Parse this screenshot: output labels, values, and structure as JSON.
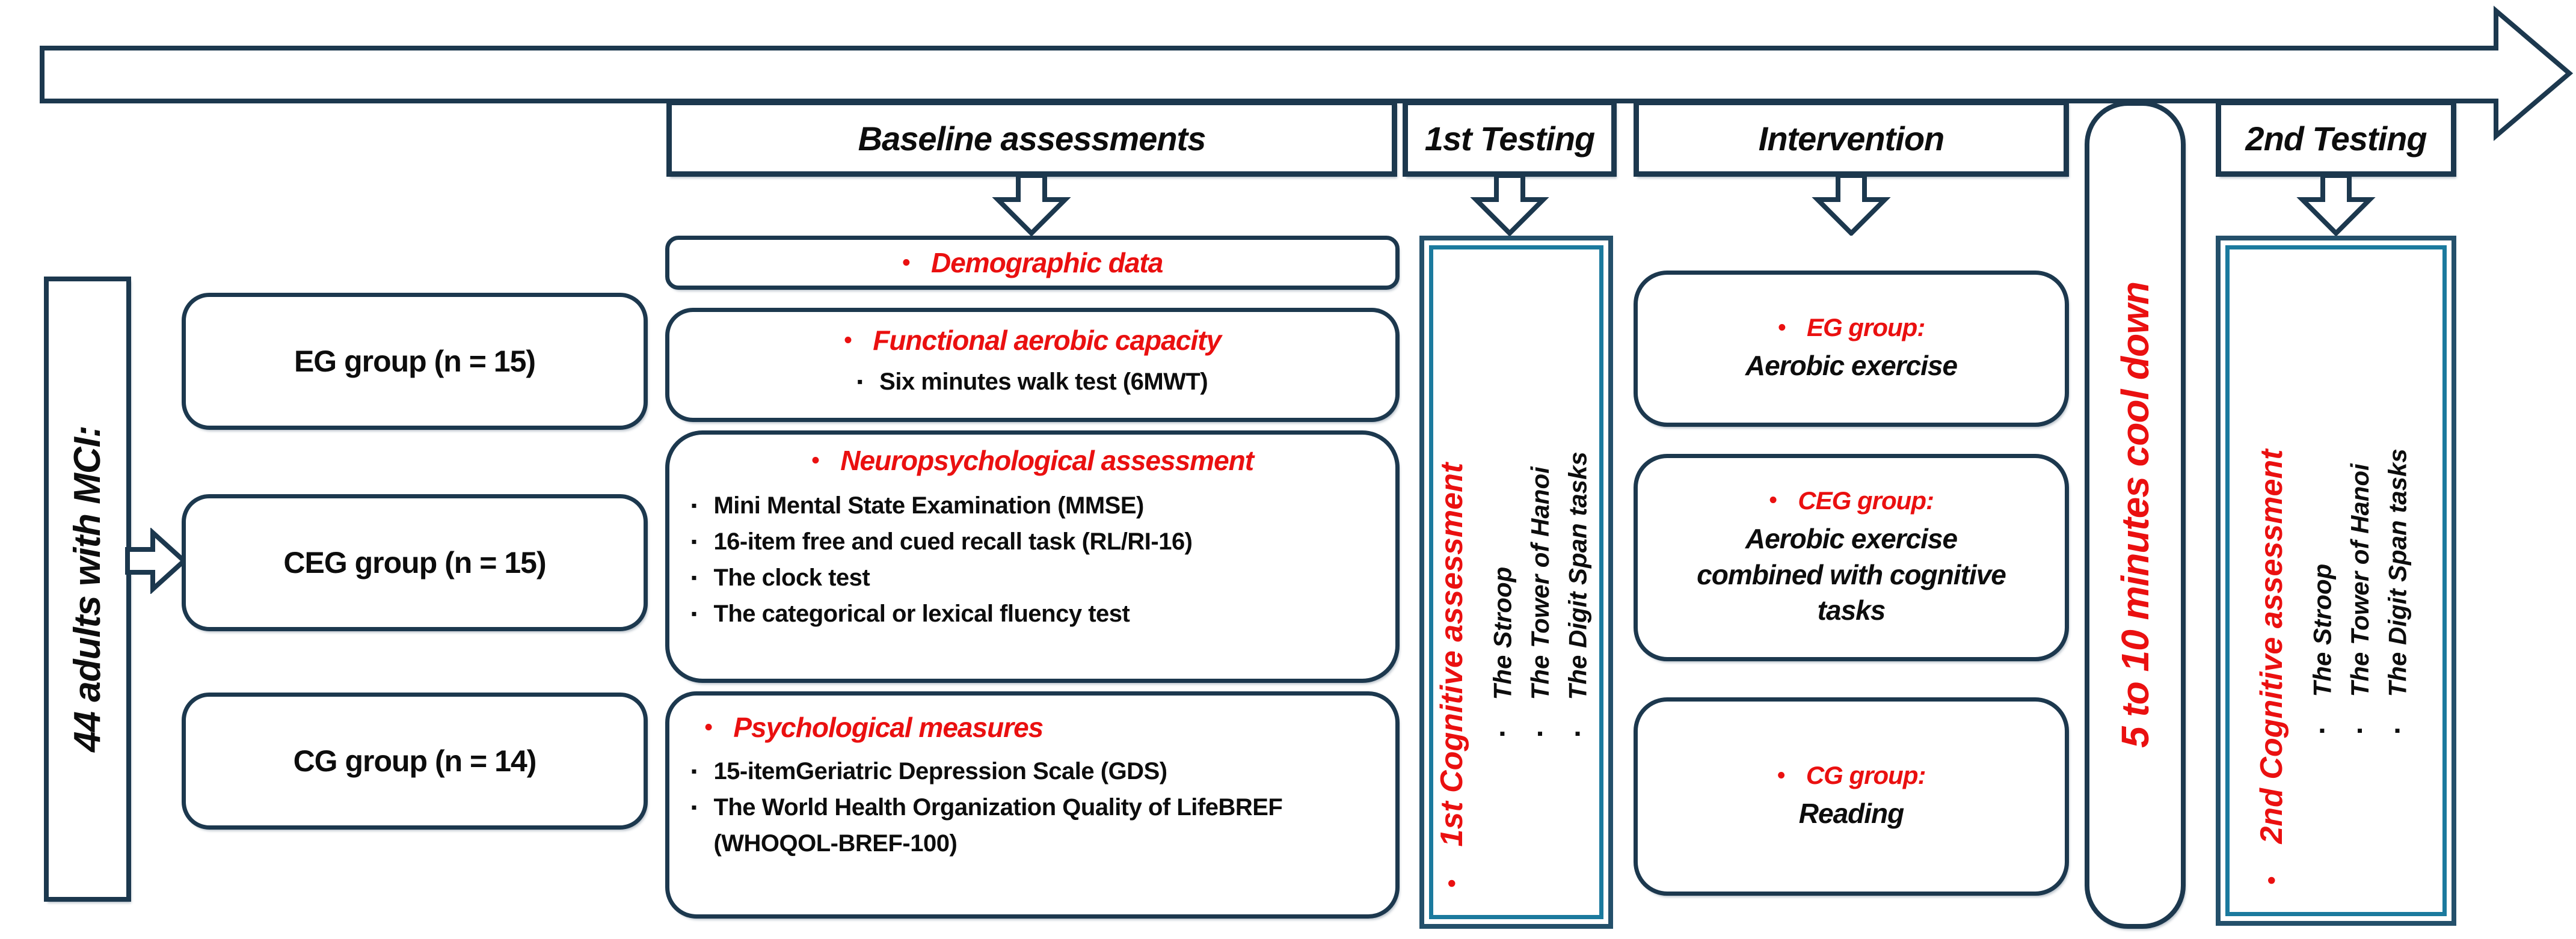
{
  "glyphs": {
    "dot": "•",
    "square": "▪"
  },
  "colors": {
    "outline": "#1c384e",
    "teal_border": "#1b7a9e",
    "accent_red": "#ea1010"
  },
  "timeline": {
    "population_label": "44 adults with MCI:",
    "phases": [
      {
        "label": "Baseline assessments"
      },
      {
        "label": "1st Testing"
      },
      {
        "label": "Intervention"
      },
      {
        "label": "2nd Testing"
      }
    ]
  },
  "groups": [
    {
      "label": "EG group (n = 15)"
    },
    {
      "label": "CEG group (n = 15)"
    },
    {
      "label": "CG group (n = 14)"
    }
  ],
  "baseline_boxes": [
    {
      "heading": "Demographic data",
      "items": []
    },
    {
      "heading": "Functional aerobic capacity",
      "items": [
        "Six minutes walk test (6MWT)"
      ]
    },
    {
      "heading": "Neuropsychological assessment",
      "items": [
        "Mini Mental State Examination (MMSE)",
        "16-item free and cued recall task (RL/RI-16)",
        "The clock test",
        "The categorical or lexical fluency test"
      ]
    },
    {
      "heading": "Psychological measures",
      "items": [
        "15-itemGeriatric Depression Scale (GDS)",
        "The World Health Organization Quality of LifeBREF (WHOQOL-BREF-100)"
      ]
    }
  ],
  "first_testing": {
    "heading": "1st Cognitive assessment",
    "items": [
      "The Stroop",
      "The Tower of Hanoi",
      "The Digit Span tasks"
    ]
  },
  "intervention_boxes": [
    {
      "heading": "EG group:",
      "body": "Aerobic exercise"
    },
    {
      "heading": "CEG group:",
      "body": "Aerobic exercise combined with cognitive tasks"
    },
    {
      "heading": "CG group:",
      "body": "Reading"
    }
  ],
  "cooldown_label": "5 to 10 minutes cool down",
  "second_testing": {
    "heading": "2nd Cognitive assessment",
    "items": [
      "The Stroop",
      "The Tower of Hanoi",
      "The Digit Span tasks"
    ]
  }
}
